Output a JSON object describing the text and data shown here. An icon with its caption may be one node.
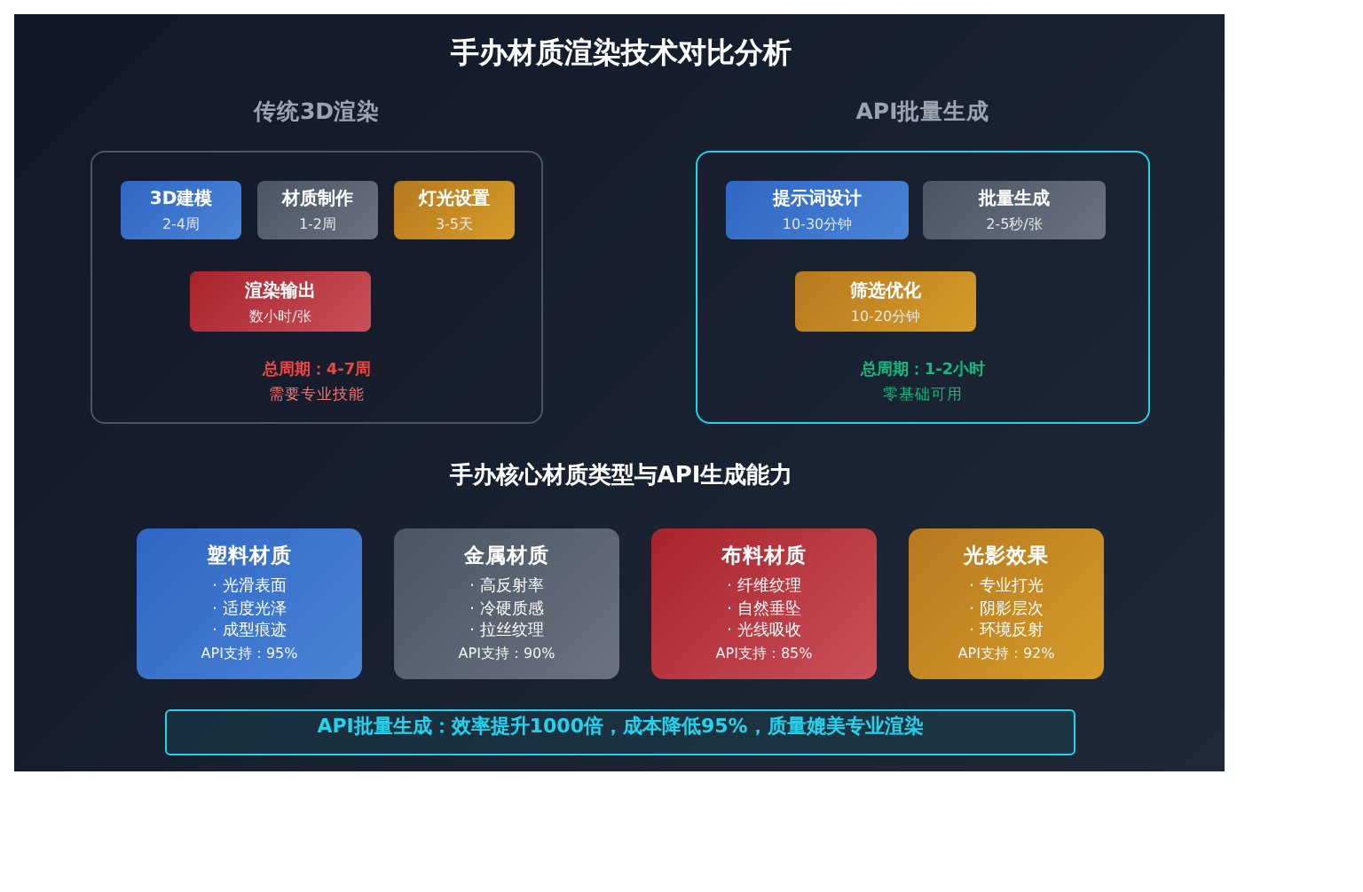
{
  "diagram": {
    "title": "手办材质渲染技术对比分析",
    "nodes": [
      {
        "text": [
          "传统3D渲染",
          "总周期：4-7周",
          "需要专业技能"
        ]
      },
      {
        "text": [
          "3D建模",
          "2-4周"
        ],
        "in": 0
      },
      {
        "text": [
          "材质制作",
          "1-2周"
        ],
        "in": 0
      },
      {
        "text": [
          "灯光设置",
          "3-5天"
        ],
        "in": 0
      },
      {
        "text": [
          "渲染输出",
          "数小时/张"
        ],
        "in": 0
      },
      {
        "text": [
          "API批量生成",
          "总周期：1-2小时",
          "零基础可用"
        ]
      },
      {
        "text": [
          "提示词设计",
          "10-30分钟"
        ],
        "in": 5
      },
      {
        "text": [
          "批量生成",
          "2-5秒/张"
        ],
        "in": 5
      },
      {
        "text": [
          "筛选优化",
          "10-20分钟"
        ],
        "in": 5
      },
      {
        "text": [
          "塑料材质",
          "· 光滑表面",
          "· 适度光泽",
          "· 成型痕迹",
          "API支持：95%"
        ]
      },
      {
        "text": [
          "金属材质",
          "· 高反射率",
          "· 冷硬质感",
          "· 拉丝纹理",
          "API支持：90%"
        ]
      },
      {
        "text": [
          "布料材质",
          "· 纤维纹理",
          "· 自然垂坠",
          "· 光线吸收",
          "API支持：85%"
        ]
      },
      {
        "text": [
          "光影效果",
          "· 专业打光",
          "· 阴影层次",
          "· 环境反射",
          "API支持：92%"
        ]
      },
      {
        "text": [
          "API批量生成：效率提升1000倍，成本降低95%，质量媲美专业渲染"
        ]
      }
    ],
    "labels": [
      "手办核心材质类型与API生成能力"
    ]
  }
}
